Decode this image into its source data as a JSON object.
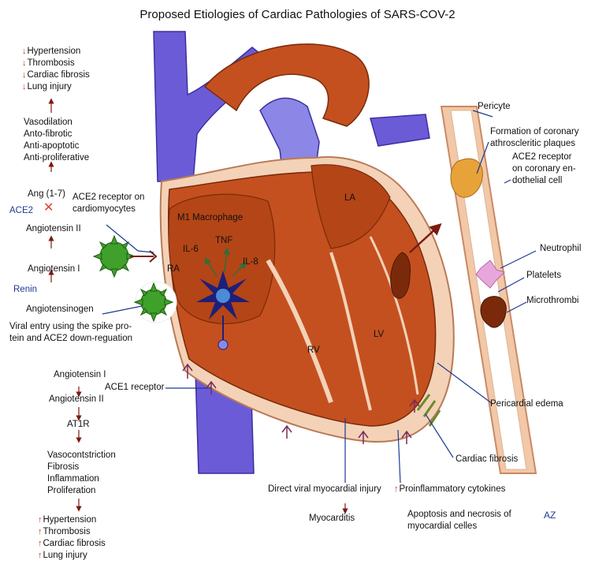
{
  "title": "Proposed Etiologies of Cardiac Pathologies of SARS-COV-2",
  "left_top": {
    "outcomes": [
      "Hypertension",
      "Thrombosis",
      "Cardiac fibrosis",
      "Lung injury"
    ],
    "effects": [
      "Vasodilation",
      "Anto-fibrotic",
      "Anti-apoptotic",
      "Anti-proliferative"
    ],
    "ang17": "Ang (1-7)",
    "ace2": "ACE2",
    "ang2": "Angiotensin  II",
    "ang1": "Angiotensin  I",
    "renin": "Renin",
    "angiotensinogen": "Angiotensinogen"
  },
  "ace2_cardio": [
    "ACE2 receptor on",
    "cardiomyocytes"
  ],
  "viral_entry": [
    "Viral entry using the spike pro-",
    "tein and ACE2 down-reguation"
  ],
  "left_bottom": {
    "ang1": "Angiotensin  I",
    "ang2": "Angiotensin  II",
    "at1r": "AT1R",
    "effects": [
      "Vasocontstriction",
      "Fibrosis",
      "Inflammation",
      "Proliferation"
    ],
    "outcomes": [
      "Hypertension",
      "Thrombosis",
      "Cardiac fibrosis",
      "Lung injury"
    ]
  },
  "ace1": "ACE1 receptor",
  "heart": {
    "m1": "M1 Macrophage",
    "tnf": "TNF",
    "il6": "IL-6",
    "il8": "IL-8",
    "ra": "RA",
    "la": "LA",
    "rv": "RV",
    "lv": "LV"
  },
  "right": {
    "pericyte": "Pericyte",
    "plaques": [
      "Formation of coronary",
      "athroscleritic plaques"
    ],
    "ace2_endo": [
      "ACE2 receptor",
      "on coronary en-",
      "dothelial cell"
    ],
    "neutrophil": "Neutrophil",
    "platelets": "Platelets",
    "microthrombi": "Microthrombi",
    "edema": "Pericardial edema",
    "fibrosis": "Cardiac fibrosis"
  },
  "bottom": {
    "injury": "Direct viral myocardial injury",
    "myocarditis": "Myocarditis",
    "cytokines": "Proinflammatory cytokines",
    "apoptosis": [
      "Apoptosis and necrosis of",
      "myocardial celles"
    ],
    "signature": "AZ"
  },
  "colors": {
    "vein": "#6b5bd6",
    "muscle": "#c4501f",
    "muscle_dark": "#9e3612",
    "pericardium": "#f3d2b8",
    "virus": "#3fa12b",
    "macrophage": "#1d1f7a",
    "arrow": "#7a1a12"
  }
}
